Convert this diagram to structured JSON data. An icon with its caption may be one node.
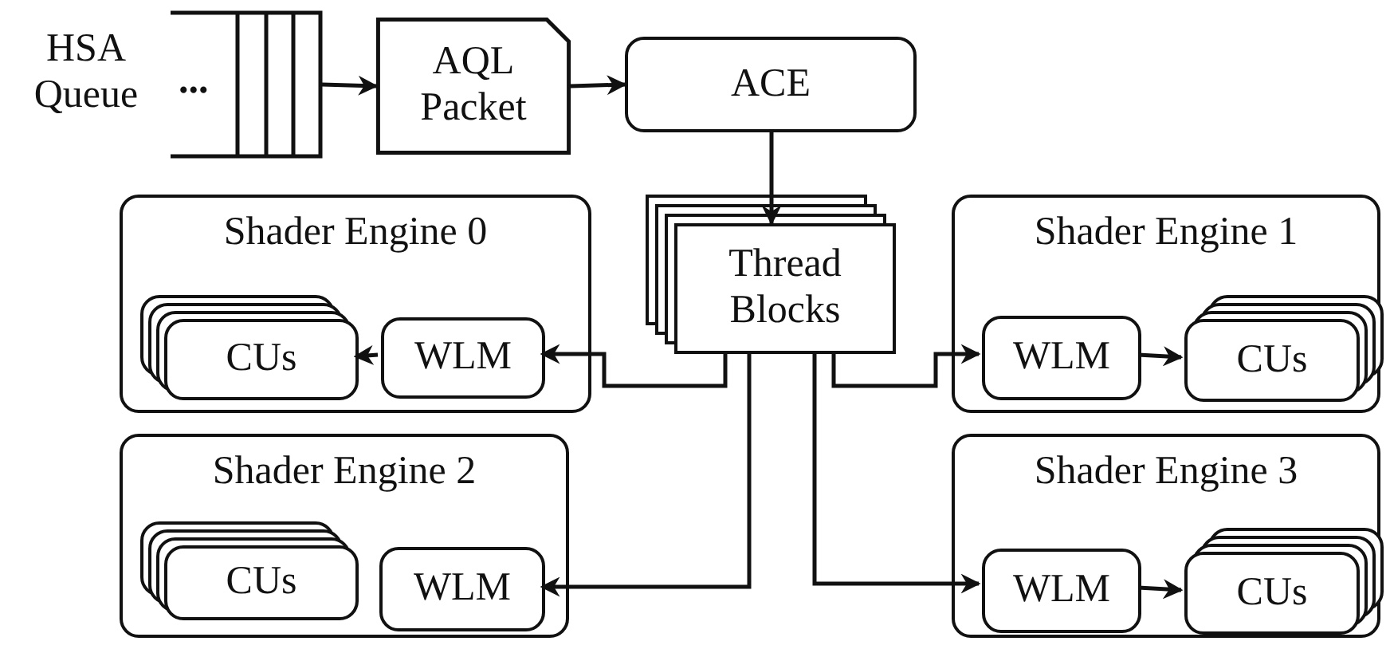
{
  "diagram": {
    "nodes": [
      {
        "text": [
          "HSA Queue",
          "..."
        ]
      },
      {
        "text": [
          "AQL Packet"
        ]
      },
      {
        "text": [
          "ACE"
        ]
      },
      {
        "text": [
          "Thread Blocks"
        ]
      },
      {
        "text": [
          "Shader Engine 0"
        ]
      },
      {
        "text": [
          "CUs"
        ],
        "in": 4
      },
      {
        "text": [
          "WLM"
        ],
        "in": 4
      },
      {
        "text": [
          "Shader Engine 1"
        ]
      },
      {
        "text": [
          "WLM"
        ],
        "in": 7
      },
      {
        "text": [
          "CUs"
        ],
        "in": 7
      },
      {
        "text": [
          "Shader Engine 2"
        ]
      },
      {
        "text": [
          "CUs"
        ],
        "in": 10
      },
      {
        "text": [
          "WLM"
        ],
        "in": 10
      },
      {
        "text": [
          "Shader Engine 3"
        ]
      },
      {
        "text": [
          "WLM"
        ],
        "in": 13
      },
      {
        "text": [
          "CUs"
        ],
        "in": 13
      }
    ],
    "edges": [
      {
        "from": 0,
        "to": 1,
        "arrow": "to"
      },
      {
        "from": 1,
        "to": 2,
        "arrow": "to"
      },
      {
        "from": 2,
        "to": 3,
        "arrow": "to"
      },
      {
        "from": 3,
        "to": 6,
        "arrow": "to"
      },
      {
        "from": 6,
        "to": 5,
        "arrow": "to"
      },
      {
        "from": 3,
        "to": 8,
        "arrow": "to"
      },
      {
        "from": 8,
        "to": 9,
        "arrow": "to"
      },
      {
        "from": 3,
        "to": 12,
        "arrow": "to"
      },
      {
        "from": 3,
        "to": 14,
        "arrow": "to"
      },
      {
        "from": 14,
        "to": 15,
        "arrow": "to"
      }
    ]
  }
}
